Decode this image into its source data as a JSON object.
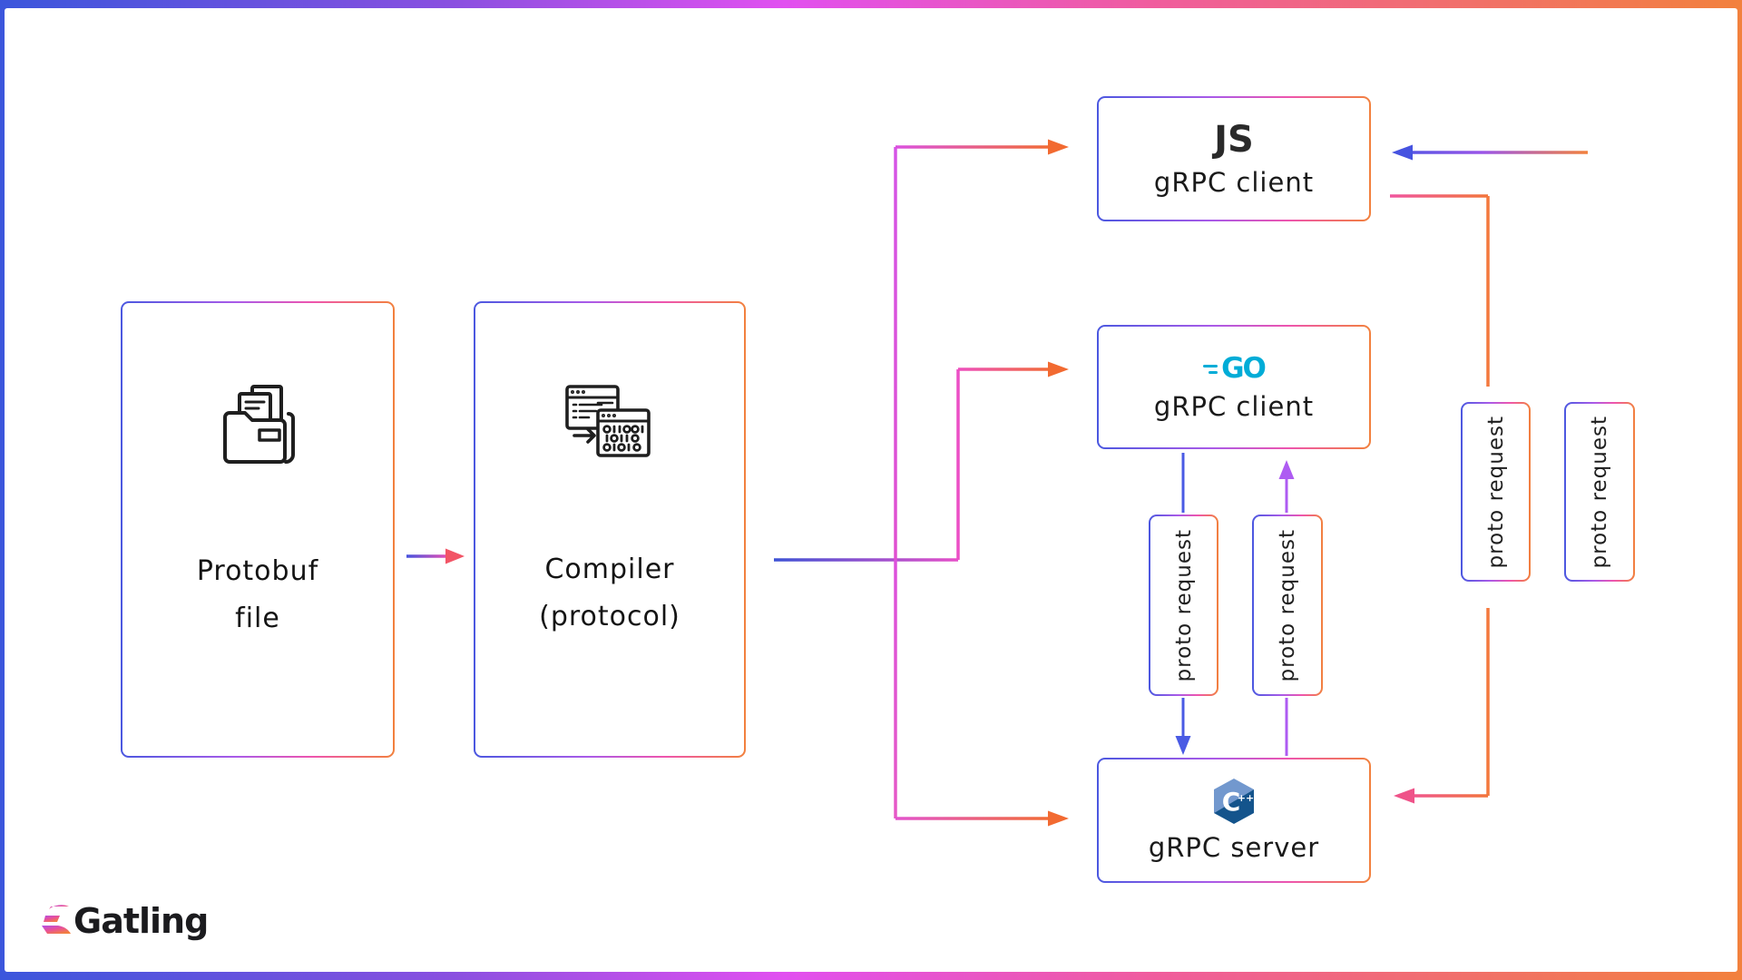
{
  "diagram": {
    "nodes": {
      "protobuf": {
        "title_line1": "Protobuf",
        "title_line2": "file",
        "icon": "folder-documents"
      },
      "compiler": {
        "title_line1": "Compiler",
        "title_line2": "(protocol)",
        "icon": "code-compiler"
      },
      "js_client": {
        "lang": "JS",
        "label": "gRPC client"
      },
      "go_client": {
        "lang": "GO",
        "label": "gRPC client",
        "icon": "go-logo"
      },
      "cpp_server": {
        "lang_c": "C",
        "lang_plus": "++",
        "label": "gRPC server",
        "icon": "cpp-logo"
      }
    },
    "proto_requests": [
      "proto request",
      "proto request",
      "proto request",
      "proto request"
    ],
    "brand": {
      "name": "Gatling"
    }
  },
  "colors": {
    "frame_gradient": [
      "#3B56DC",
      "#8A4FE0",
      "#E14FF0",
      "#F05C9E",
      "#F2813D"
    ],
    "box_border_gradient": [
      "#4B58E0",
      "#A95AE8",
      "#EE55AE",
      "#F2813D"
    ],
    "line_blue": "#4653E0",
    "line_purple": "#AE5BF2",
    "line_magenta": "#DC50DC",
    "line_pink": "#F0568C",
    "line_orange": "#F2753B",
    "arrow_red_pink": "#F25566",
    "go_cyan": "#00ACD7",
    "cpp_light_blue": "#7298CE",
    "cpp_dark_blue": "#14548C",
    "ink": "#1F1F1F"
  }
}
